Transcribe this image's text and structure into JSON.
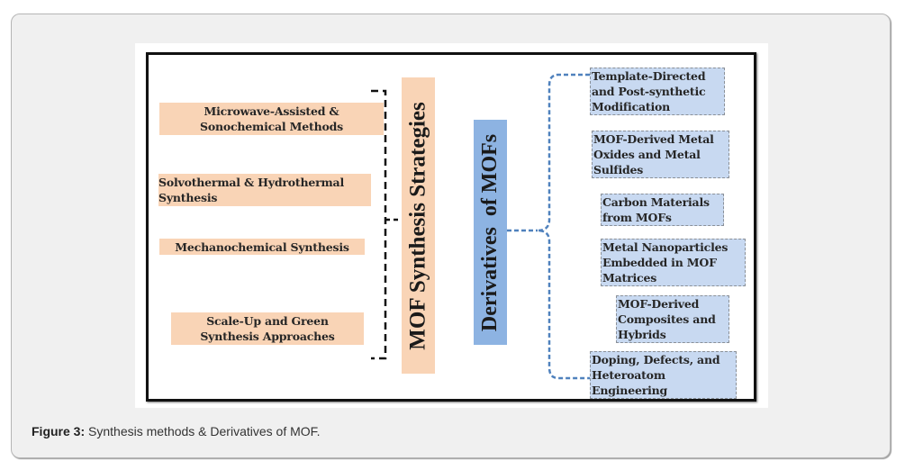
{
  "figure": {
    "caption_label": "Figure 3:",
    "caption_text": " Synthesis methods & Derivatives of MOF.",
    "synthesis": {
      "title": "MOF Synthesis Strategies",
      "items": [
        {
          "label": "Microwave-Assisted & Sonochemical Methods"
        },
        {
          "label": "Solvothermal & Hydrothermal Synthesis"
        },
        {
          "label": "Mechanochemical Synthesis"
        },
        {
          "label": "Scale-Up and Green Synthesis Approaches"
        }
      ]
    },
    "derivatives": {
      "title": "Derivatives  of MOFs",
      "items": [
        {
          "label": "Template-Directed and Post-synthetic Modification"
        },
        {
          "label": "MOF-Derived Metal Oxides and Metal Sulfides"
        },
        {
          "label": "Carbon Materials from MOFs"
        },
        {
          "label": "Metal Nanoparticles Embedded in MOF Matrices"
        },
        {
          "label": "MOF-Derived Composites and Hybrids"
        },
        {
          "label": "Doping, Defects, and Heteroatom Engineering"
        }
      ]
    },
    "colors": {
      "synthesis_fill": "#f9d4b6",
      "derivatives_fill": "#c8d9f1",
      "derivatives_title_fill": "#8db3e2",
      "connector_blue": "#4f81bd",
      "connector_black": "#111111"
    }
  }
}
